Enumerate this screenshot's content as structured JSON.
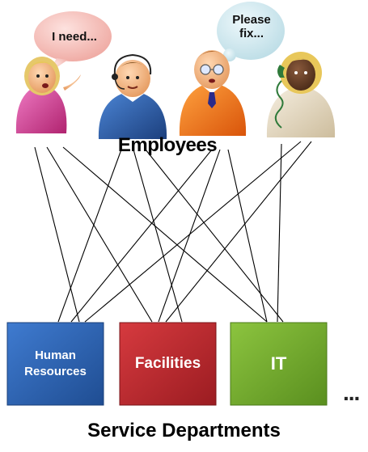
{
  "bubbles": {
    "left": "I need...",
    "right_line1": "Please",
    "right_line2": "fix..."
  },
  "employees_label": "Employees",
  "departments": [
    {
      "label_line1": "Human",
      "label_line2": "Resources",
      "color": "#2f65b3"
    },
    {
      "label_line1": "Facilities",
      "label_line2": "",
      "color": "#c0272d"
    },
    {
      "label_line1": "IT",
      "label_line2": "",
      "color": "#73ad2c"
    }
  ],
  "ellipsis": "...",
  "footer": "Service Departments",
  "colors": {
    "bubble_left": "#f2b5b0",
    "bubble_right": "#cfe6ec",
    "person1_shirt": "#d83f9e",
    "person2_shirt": "#2e62ad",
    "person3_shirt": "#ef7a17",
    "person4_shirt": "#e8ddc8"
  }
}
